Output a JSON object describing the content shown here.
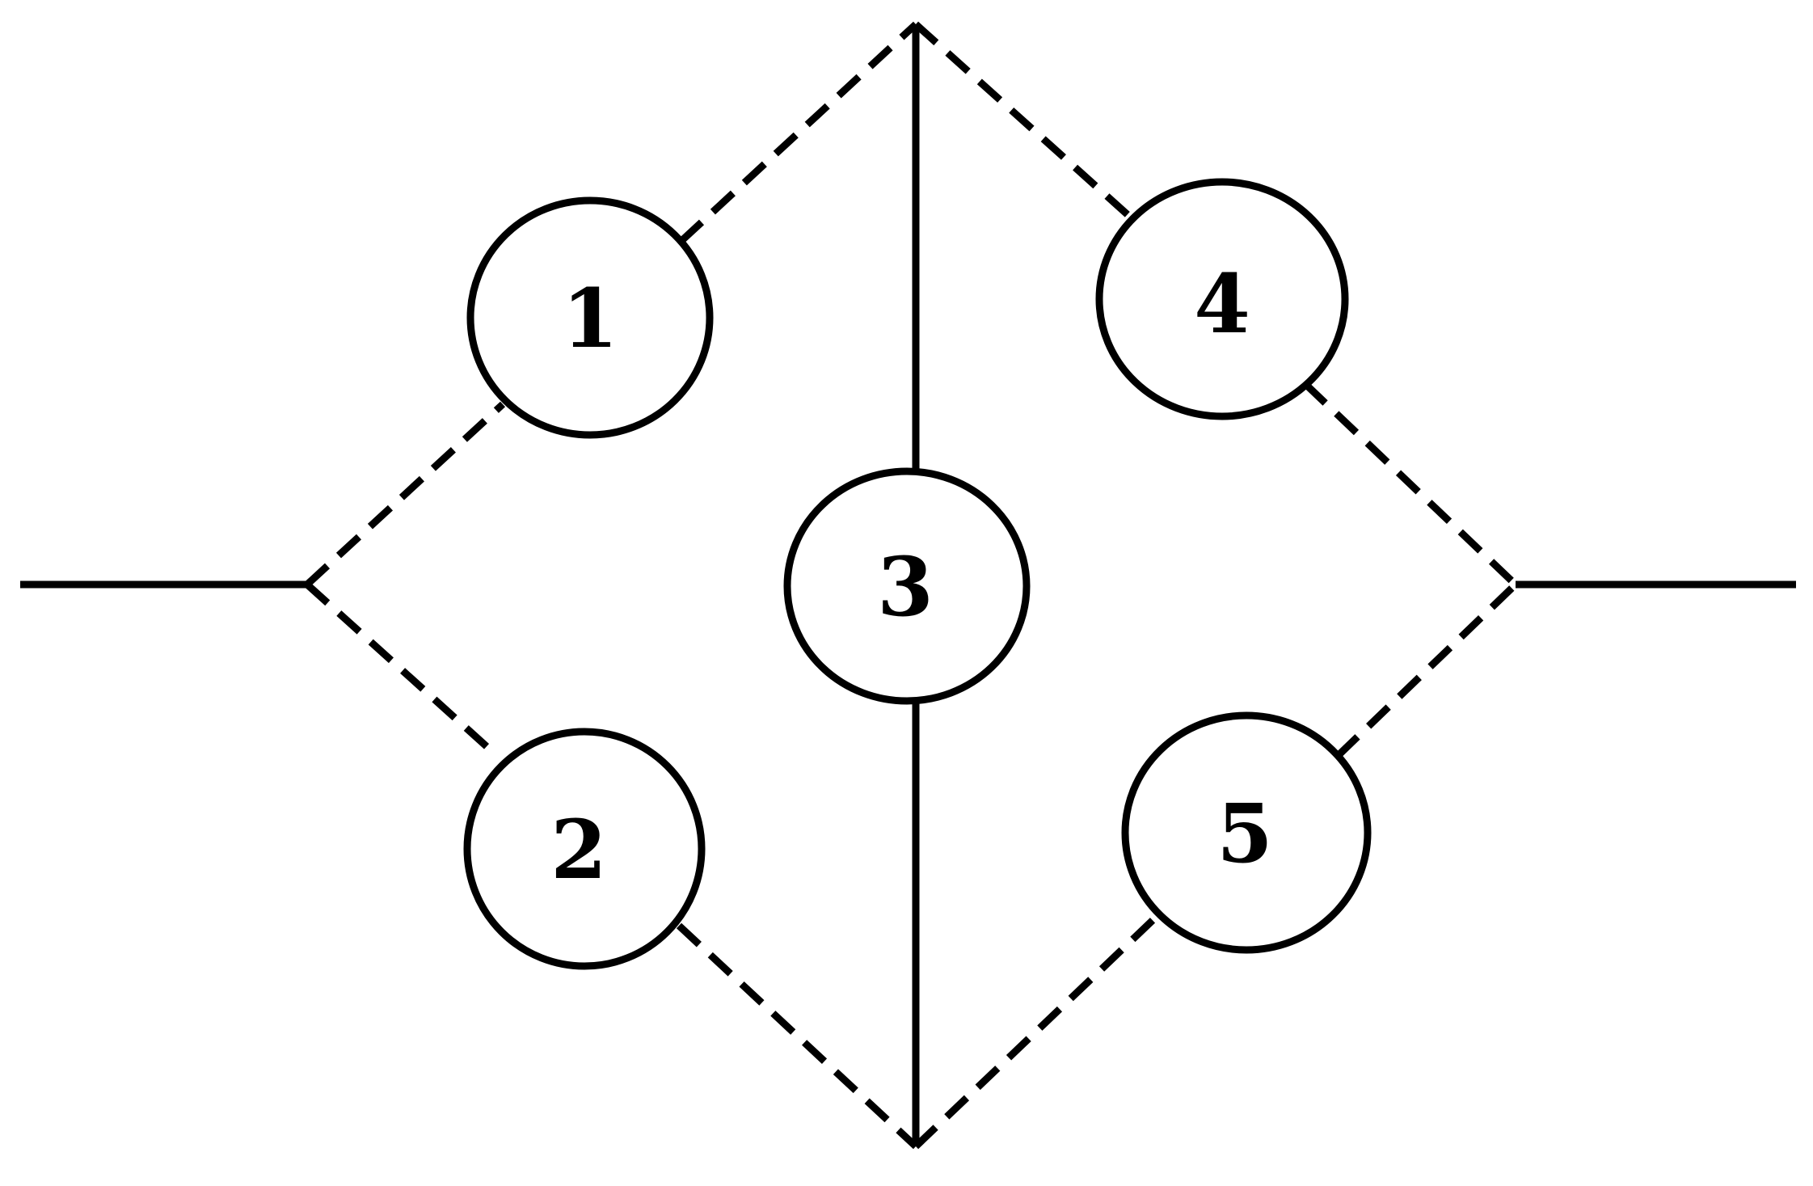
{
  "diagram": {
    "type": "reliability-bridge-network",
    "line_color": "#000000",
    "background": "#ffffff",
    "nodes": [
      {
        "id": "n1",
        "label": "1"
      },
      {
        "id": "n2",
        "label": "2"
      },
      {
        "id": "n3",
        "label": "3"
      },
      {
        "id": "n4",
        "label": "4"
      },
      {
        "id": "n5",
        "label": "5"
      }
    ]
  }
}
